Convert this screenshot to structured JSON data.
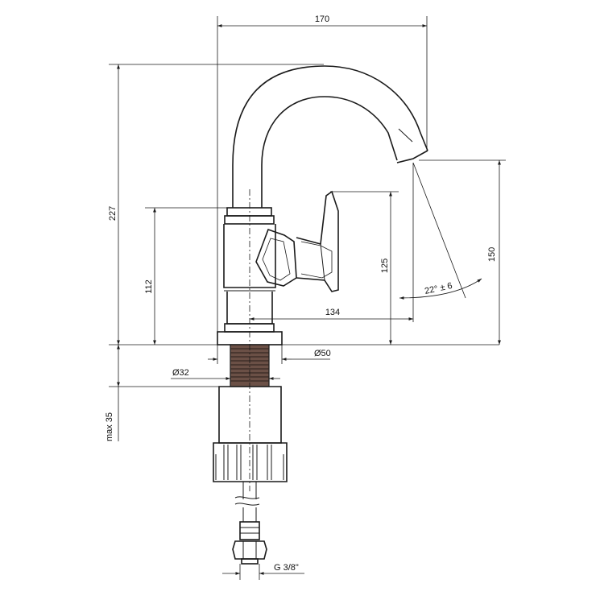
{
  "dimensions": {
    "total_width": "170",
    "total_height": "227",
    "handle_height": "112",
    "lever_height": "125",
    "spout_height": "150",
    "spout_reach": "134",
    "base_diameter": "Ø50",
    "shank_diameter": "Ø32",
    "max_thickness": "max 35",
    "swivel_angle": "22° ± 6",
    "connection_thread": "G 3/8\""
  },
  "colors": {
    "line": "#1a1a1a",
    "thread_fill": "#6b5046",
    "background": "#ffffff"
  }
}
